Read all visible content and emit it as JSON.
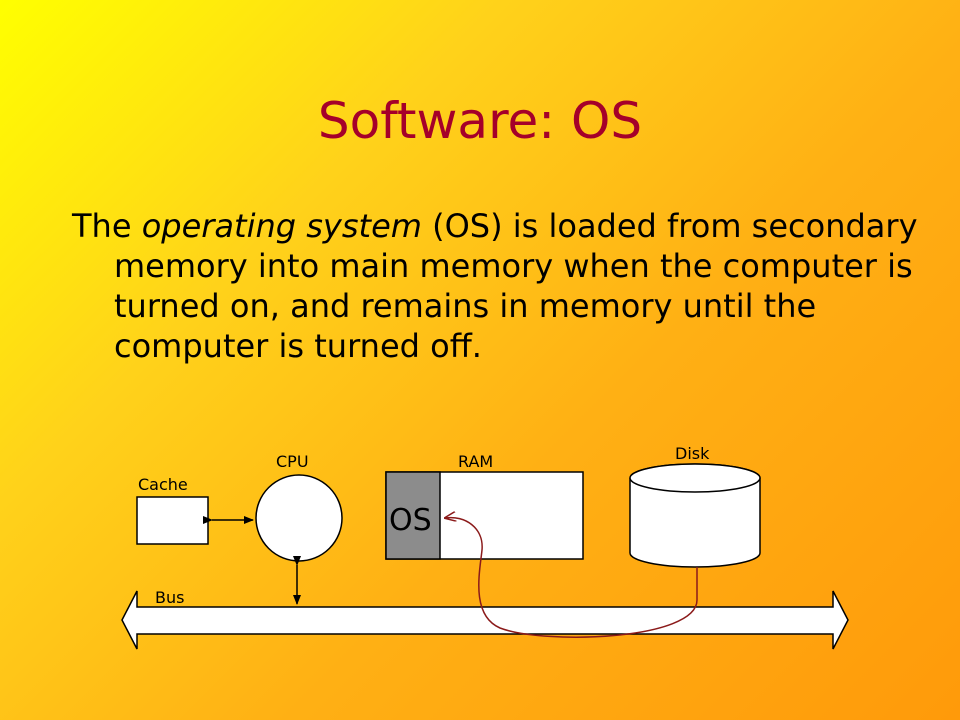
{
  "slide": {
    "title": "Software: OS",
    "body": {
      "before": "The ",
      "emphasis": "operating system",
      "after": " (OS) is loaded from secondary memory into main memory when the computer is turned on, and remains in memory until the computer is turned off."
    }
  },
  "diagram": {
    "labels": {
      "cache": "Cache",
      "cpu": "CPU",
      "ram": "RAM",
      "disk": "Disk",
      "os": "OS",
      "bus": "Bus"
    },
    "colors": {
      "title": "#a5002a",
      "os_block": "#8c8c8c",
      "load_arrow": "#8b1a1a"
    }
  }
}
